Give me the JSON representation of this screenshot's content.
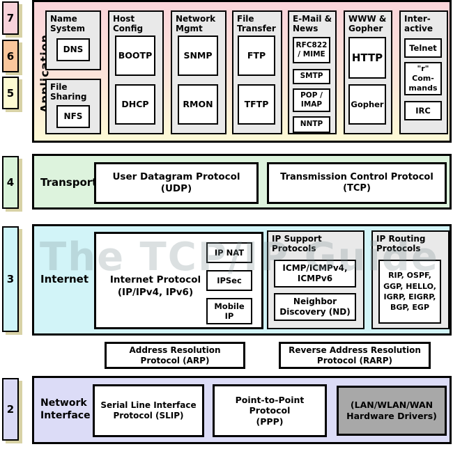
{
  "badges": [
    "7",
    "6",
    "5",
    "4",
    "3",
    "2"
  ],
  "watermark": "The TCP/IP Guide",
  "app": {
    "label": "Application",
    "groups": [
      {
        "header": "Name\nSystem",
        "items": [
          "DNS"
        ]
      },
      {
        "header": "File\nSharing",
        "items": [
          "NFS"
        ]
      },
      {
        "header": "Host\nConfig",
        "items": [
          "BOOTP",
          "DHCP"
        ]
      },
      {
        "header": "Network\nMgmt",
        "items": [
          "SNMP",
          "RMON"
        ]
      },
      {
        "header": "File\nTransfer",
        "items": [
          "FTP",
          "TFTP"
        ]
      },
      {
        "header": "E-Mail &\nNews",
        "items": [
          "RFC822\n/ MIME",
          "SMTP",
          "POP /\nIMAP",
          "NNTP"
        ]
      },
      {
        "header": "WWW &\nGopher",
        "items": [
          "HTTP",
          "Gopher"
        ]
      },
      {
        "header": "Inter-\nactive",
        "items": [
          "Telnet",
          "\"r\"\nCom-\nmands",
          "IRC"
        ]
      }
    ]
  },
  "transport": {
    "label": "Transport",
    "udp": "User Datagram Protocol\n(UDP)",
    "tcp": "Transmission Control Protocol\n(TCP)"
  },
  "internet": {
    "label": "Internet",
    "ip": {
      "label": "Internet Protocol\n(IP/IPv4, IPv6)",
      "sub": [
        "IP NAT",
        "IPSec",
        "Mobile\nIP"
      ]
    },
    "support": {
      "header": "IP Support\nProtocols",
      "boxes": [
        "ICMP/ICMPv4,\nICMPv6",
        "Neighbor\nDiscovery (ND)"
      ]
    },
    "routing": {
      "header": "IP Routing\nProtocols",
      "box": "RIP, OSPF,\nGGP, HELLO,\nIGRP, EIGRP,\nBGP, EGP"
    }
  },
  "resolution": {
    "arp": "Address Resolution\nProtocol (ARP)",
    "rarp": "Reverse Address Resolution\nProtocol (RARP)"
  },
  "network": {
    "label": "Network\nInterface",
    "slip": "Serial Line Interface\nProtocol (SLIP)",
    "ppp": "Point-to-Point Protocol\n(PPP)",
    "hw": "(LAN/WLAN/WAN\nHardware Drivers)"
  },
  "colors": {
    "layer7": "#f8d2da",
    "layer6": "#fac79c",
    "layer5": "#fdfbd2",
    "layer4": "#d9f3d9",
    "layer3": "#cef5f9",
    "layer2": "#d9d9f6",
    "app_top": "#fbd4da",
    "app_bottom": "#fdfad6",
    "transport": "#ddf3dd",
    "internet": "#d2f4f8",
    "network": "#dcdcf7",
    "group": "#e9e9e9",
    "hw": "#a8a8a8",
    "shadow": "#d8d2a6"
  }
}
